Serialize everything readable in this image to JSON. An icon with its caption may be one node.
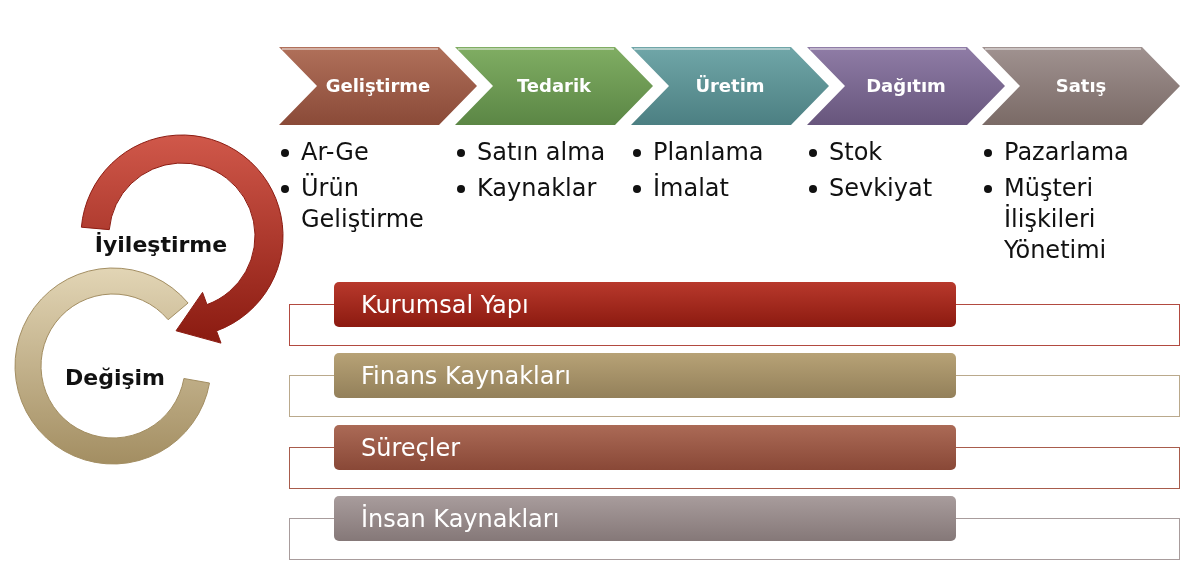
{
  "diagram": {
    "nodes": [
      {
        "text": [
          "Geliştirme"
        ],
        "beside": [
          "Ar-Ge",
          "Ürün Geliştirme"
        ]
      },
      {
        "text": [
          "Tedarik"
        ],
        "beside": [
          "Satın alma",
          "Kaynaklar"
        ]
      },
      {
        "text": [
          "Üretim"
        ],
        "beside": [
          "Planlama",
          "İmalat"
        ]
      },
      {
        "text": [
          "Dağıtım"
        ],
        "beside": [
          "Stok",
          "Sevkiyat"
        ]
      },
      {
        "text": [
          "Satış"
        ],
        "beside": [
          "Pazarlama",
          "Müşteri İlişkileri Yönetimi"
        ]
      },
      {
        "text": [
          "İyileştirme"
        ]
      },
      {
        "text": [
          "Değişim"
        ]
      },
      {
        "text": [
          "Kurumsal Yapı"
        ]
      },
      {
        "text": [
          "Finans Kaynakları"
        ]
      },
      {
        "text": [
          "Süreçler"
        ]
      },
      {
        "text": [
          "İnsan Kaynakları"
        ]
      }
    ],
    "edges": [
      {
        "from": 5,
        "to": 6,
        "arrow": "to",
        "style": "thick"
      }
    ]
  }
}
